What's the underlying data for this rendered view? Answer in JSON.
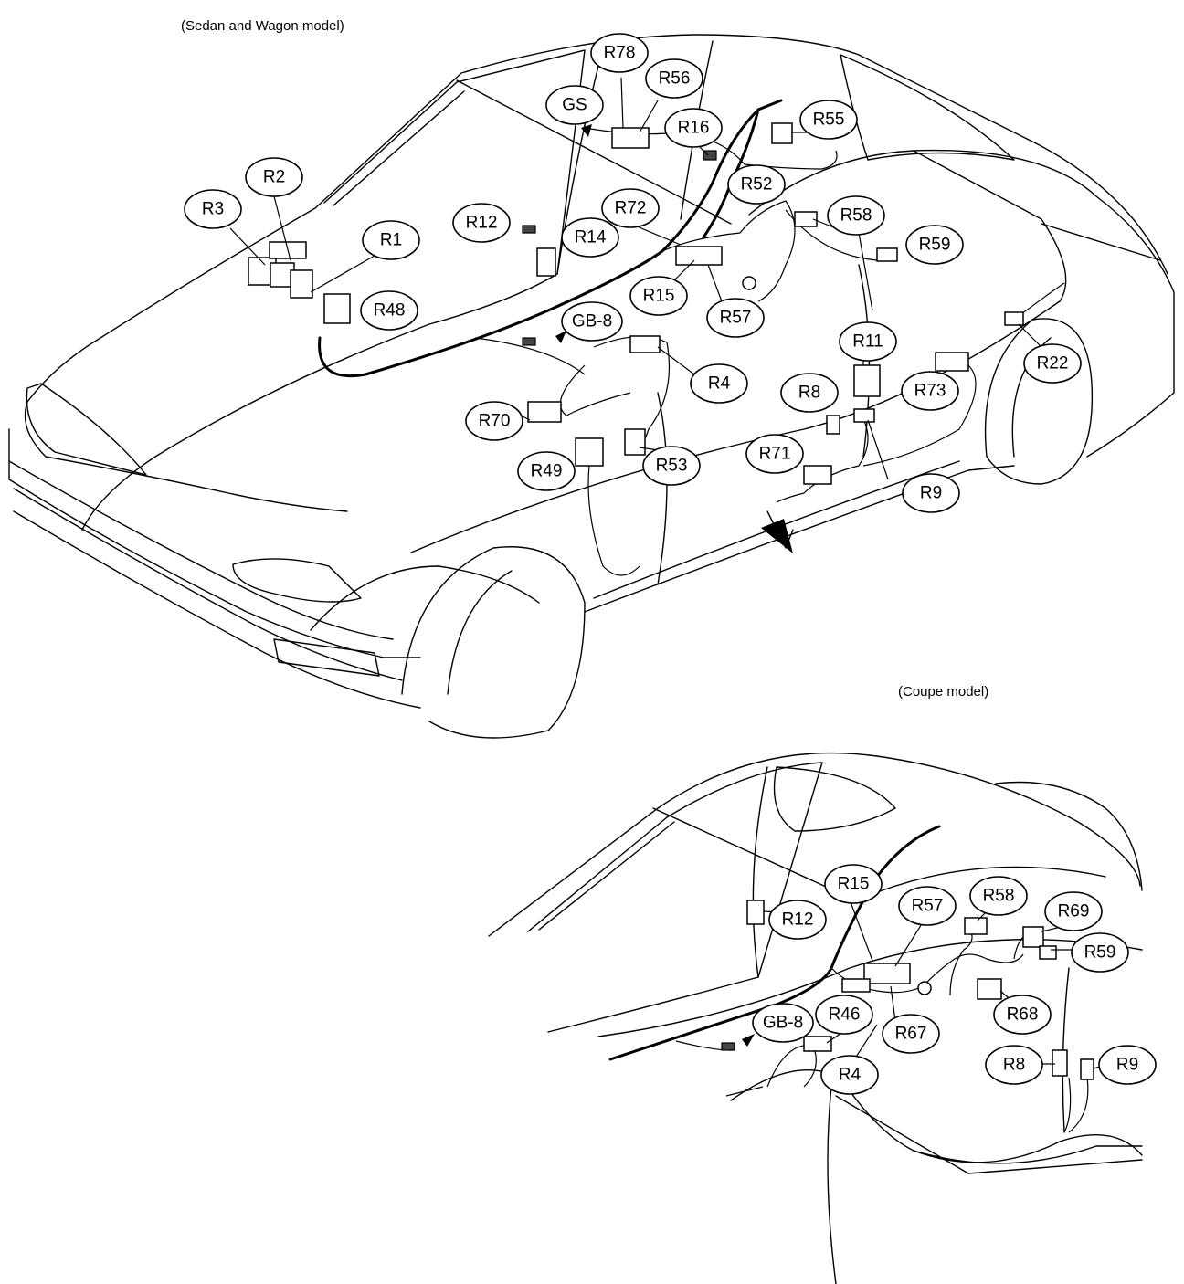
{
  "diagrams": [
    {
      "caption": "(Sedan and Wagon model)",
      "connectors": [
        {
          "id": "r78",
          "label": "R78"
        },
        {
          "id": "r56",
          "label": "R56"
        },
        {
          "id": "gs",
          "label": "GS"
        },
        {
          "id": "r16",
          "label": "R16"
        },
        {
          "id": "r55",
          "label": "R55"
        },
        {
          "id": "r2",
          "label": "R2"
        },
        {
          "id": "r3",
          "label": "R3"
        },
        {
          "id": "r52",
          "label": "R52"
        },
        {
          "id": "r12",
          "label": "R12"
        },
        {
          "id": "r72",
          "label": "R72"
        },
        {
          "id": "r58",
          "label": "R58"
        },
        {
          "id": "r1",
          "label": "R1"
        },
        {
          "id": "r14",
          "label": "R14"
        },
        {
          "id": "r59",
          "label": "R59"
        },
        {
          "id": "r48",
          "label": "R48"
        },
        {
          "id": "r15",
          "label": "R15"
        },
        {
          "id": "r57",
          "label": "R57"
        },
        {
          "id": "gb8",
          "label": "GB-8"
        },
        {
          "id": "r11",
          "label": "R11"
        },
        {
          "id": "r22",
          "label": "R22"
        },
        {
          "id": "r4",
          "label": "R4"
        },
        {
          "id": "r8",
          "label": "R8"
        },
        {
          "id": "r73",
          "label": "R73"
        },
        {
          "id": "r70",
          "label": "R70"
        },
        {
          "id": "r71",
          "label": "R71"
        },
        {
          "id": "r49",
          "label": "R49"
        },
        {
          "id": "r53",
          "label": "R53"
        },
        {
          "id": "r9",
          "label": "R9"
        }
      ]
    },
    {
      "caption": "(Coupe model)",
      "connectors": [
        {
          "id": "c-r15",
          "label": "R15"
        },
        {
          "id": "c-r58",
          "label": "R58"
        },
        {
          "id": "c-r57",
          "label": "R57"
        },
        {
          "id": "c-r69",
          "label": "R69"
        },
        {
          "id": "c-r12",
          "label": "R12"
        },
        {
          "id": "c-r59",
          "label": "R59"
        },
        {
          "id": "c-gb8",
          "label": "GB-8"
        },
        {
          "id": "c-r46",
          "label": "R46"
        },
        {
          "id": "c-r68",
          "label": "R68"
        },
        {
          "id": "c-r67",
          "label": "R67"
        },
        {
          "id": "c-r8",
          "label": "R8"
        },
        {
          "id": "c-r9",
          "label": "R9"
        },
        {
          "id": "c-r4",
          "label": "R4"
        }
      ]
    }
  ]
}
